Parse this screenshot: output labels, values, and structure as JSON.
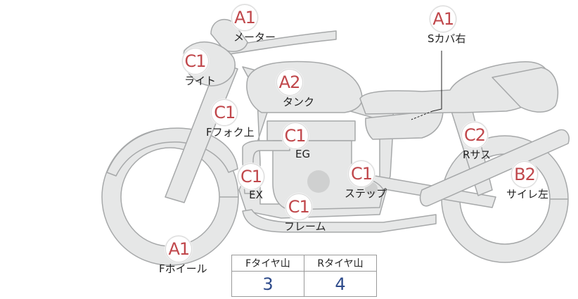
{
  "parts": [
    {
      "id": "meter",
      "grade": "A1",
      "label": "メーター"
    },
    {
      "id": "s-cover-right",
      "grade": "A1",
      "label": "Sカバ右"
    },
    {
      "id": "light",
      "grade": "C1",
      "label": "ライト"
    },
    {
      "id": "tank",
      "grade": "A2",
      "label": "タンク"
    },
    {
      "id": "f-fork-upper",
      "grade": "C1",
      "label": "Fフォク上"
    },
    {
      "id": "engine",
      "grade": "C1",
      "label": "EG"
    },
    {
      "id": "r-suspension",
      "grade": "C2",
      "label": "Rサス"
    },
    {
      "id": "exhaust",
      "grade": "C1",
      "label": "EX"
    },
    {
      "id": "step",
      "grade": "C1",
      "label": "ステップ"
    },
    {
      "id": "muffler-left",
      "grade": "B2",
      "label": "サイレ左"
    },
    {
      "id": "frame",
      "grade": "C1",
      "label": "フレーム"
    },
    {
      "id": "f-wheel",
      "grade": "A1",
      "label": "Fホイール"
    }
  ],
  "tire_table": {
    "headers": [
      "Fタイヤ山",
      "Rタイヤ山"
    ],
    "values": [
      "3",
      "4"
    ]
  },
  "colors": {
    "badge_text": "#c0474b",
    "table_value": "#2d4a8a",
    "bike_fill": "#e6e7e7",
    "bike_stroke": "#a6a8a9"
  }
}
